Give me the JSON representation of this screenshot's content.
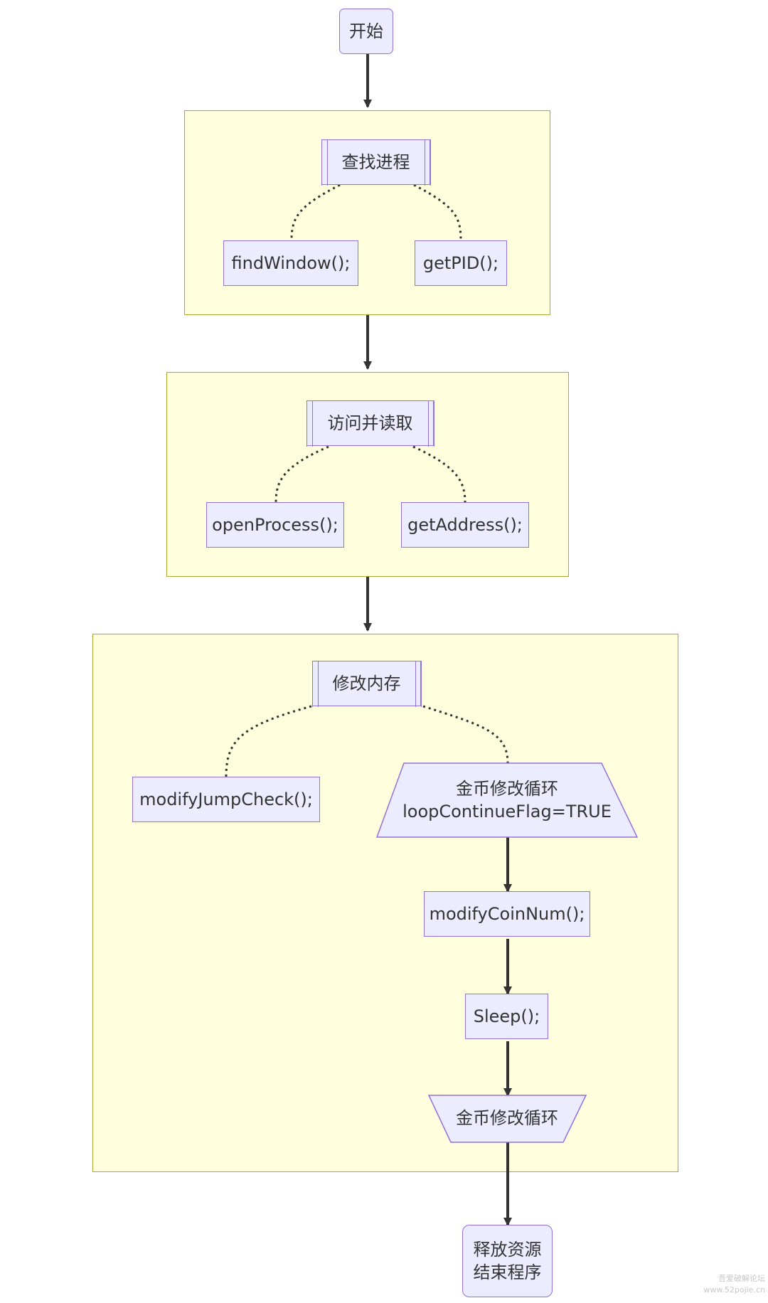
{
  "nodes": {
    "start": "开始",
    "find_process": "查找进程",
    "find_window": "findWindow();",
    "get_pid": "getPID();",
    "access_read": "访问并读取",
    "open_process": "openProcess();",
    "get_address": "getAddress();",
    "modify_memory": "修改内存",
    "modify_jump_check": "modifyJumpCheck();",
    "loop_start_line1": "金币修改循环",
    "loop_start_line2": "loopContinueFlag=TRUE",
    "modify_coin_num": "modifyCoinNum();",
    "sleep": "Sleep();",
    "loop_end": "金币修改循环",
    "end_line1": "释放资源",
    "end_line2": "结束程序"
  },
  "watermark": {
    "line1": "吾爱破解论坛",
    "line2": "www.52pojie.cn"
  },
  "colors": {
    "node_fill": "#ececff",
    "node_border": "#9370db",
    "cluster_fill": "#ffffde",
    "cluster_border": "#aaaa33",
    "edge": "#333333"
  }
}
